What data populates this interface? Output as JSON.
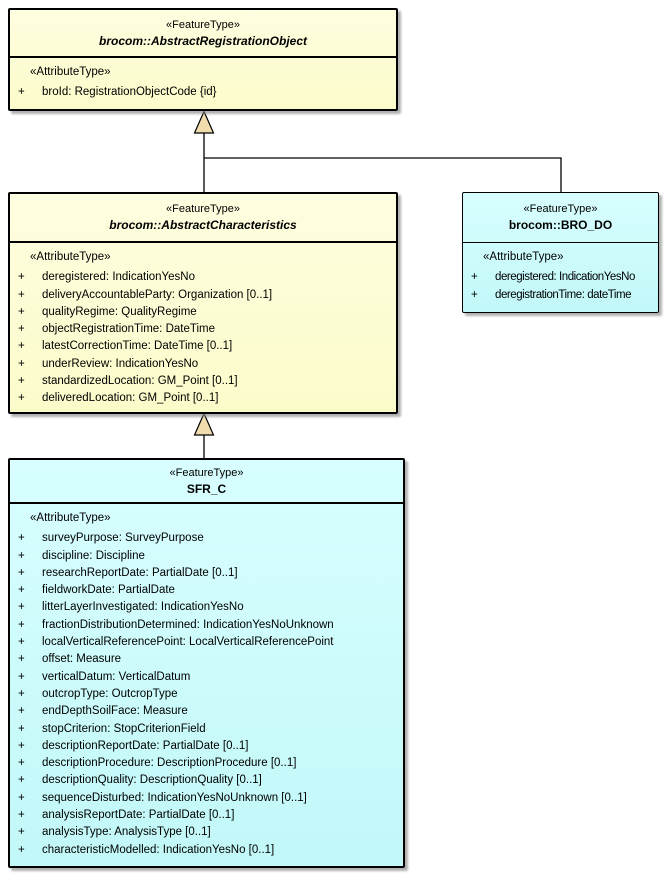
{
  "colors": {
    "background": "#FFFFFF",
    "border": "#000000",
    "class_yellow": "#FBFBCA",
    "class_yellow_light": "#FEFEE0",
    "class_cyan": "#C2F8F8",
    "class_cyan_light": "#D8FEFF",
    "arrowhead_fill": "#F0DCAD",
    "shadow": "#878787"
  },
  "diagram": {
    "classes": [
      {
        "stereotype": "«FeatureType»",
        "name": "brocom::AbstractRegistrationObject",
        "abstract": true,
        "attr_stereotype": "«AttributeType»",
        "attributes": [
          {
            "vis": "+",
            "text": "broId: RegistrationObjectCode {id}"
          }
        ]
      },
      {
        "stereotype": "«FeatureType»",
        "name": "brocom::AbstractCharacteristics",
        "abstract": true,
        "attr_stereotype": "«AttributeType»",
        "attributes": [
          {
            "vis": "+",
            "text": "deregistered: IndicationYesNo"
          },
          {
            "vis": "+",
            "text": "deliveryAccountableParty: Organization [0..1]"
          },
          {
            "vis": "+",
            "text": "qualityRegime: QualityRegime"
          },
          {
            "vis": "+",
            "text": "objectRegistrationTime: DateTime"
          },
          {
            "vis": "+",
            "text": "latestCorrectionTime: DateTime [0..1]"
          },
          {
            "vis": "+",
            "text": "underReview: IndicationYesNo"
          },
          {
            "vis": "+",
            "text": "standardizedLocation: GM_Point [0..1]"
          },
          {
            "vis": "+",
            "text": "deliveredLocation: GM_Point [0..1]"
          }
        ]
      },
      {
        "stereotype": "«FeatureType»",
        "name": "brocom::BRO_DO",
        "abstract": false,
        "attr_stereotype": "«AttributeType»",
        "attributes": [
          {
            "vis": "+",
            "text": "deregistered: IndicationYesNo"
          },
          {
            "vis": "+",
            "text": "deregistrationTime: dateTime"
          }
        ]
      },
      {
        "stereotype": "«FeatureType»",
        "name": "SFR_C",
        "abstract": false,
        "attr_stereotype": "«AttributeType»",
        "attributes": [
          {
            "vis": "+",
            "text": "surveyPurpose: SurveyPurpose"
          },
          {
            "vis": "+",
            "text": "discipline: Discipline"
          },
          {
            "vis": "+",
            "text": "researchReportDate: PartialDate [0..1]"
          },
          {
            "vis": "+",
            "text": "fieldworkDate: PartialDate"
          },
          {
            "vis": "+",
            "text": "litterLayerInvestigated: IndicationYesNo"
          },
          {
            "vis": "+",
            "text": "fractionDistributionDetermined: IndicationYesNoUnknown"
          },
          {
            "vis": "+",
            "text": "localVerticalReferencePoint: LocalVerticalReferencePoint"
          },
          {
            "vis": "+",
            "text": "offset: Measure"
          },
          {
            "vis": "+",
            "text": "verticalDatum: VerticalDatum"
          },
          {
            "vis": "+",
            "text": "outcropType: OutcropType"
          },
          {
            "vis": "+",
            "text": "endDepthSoilFace: Measure"
          },
          {
            "vis": "+",
            "text": "stopCriterion: StopCriterionField"
          },
          {
            "vis": "+",
            "text": "descriptionReportDate: PartialDate [0..1]"
          },
          {
            "vis": "+",
            "text": "descriptionProcedure: DescriptionProcedure [0..1]"
          },
          {
            "vis": "+",
            "text": "descriptionQuality: DescriptionQuality [0..1]"
          },
          {
            "vis": "+",
            "text": "sequenceDisturbed: IndicationYesNoUnknown [0..1]"
          },
          {
            "vis": "+",
            "text": "analysisReportDate: PartialDate [0..1]"
          },
          {
            "vis": "+",
            "text": "analysisType: AnalysisType [0..1]"
          },
          {
            "vis": "+",
            "text": "characteristicModelled: IndicationYesNo [0..1]"
          }
        ]
      }
    ],
    "generalizations": [
      {
        "from": "brocom::AbstractCharacteristics",
        "to": "brocom::AbstractRegistrationObject"
      },
      {
        "from": "brocom::BRO_DO",
        "to": "brocom::AbstractRegistrationObject"
      },
      {
        "from": "SFR_C",
        "to": "brocom::AbstractCharacteristics"
      }
    ]
  }
}
